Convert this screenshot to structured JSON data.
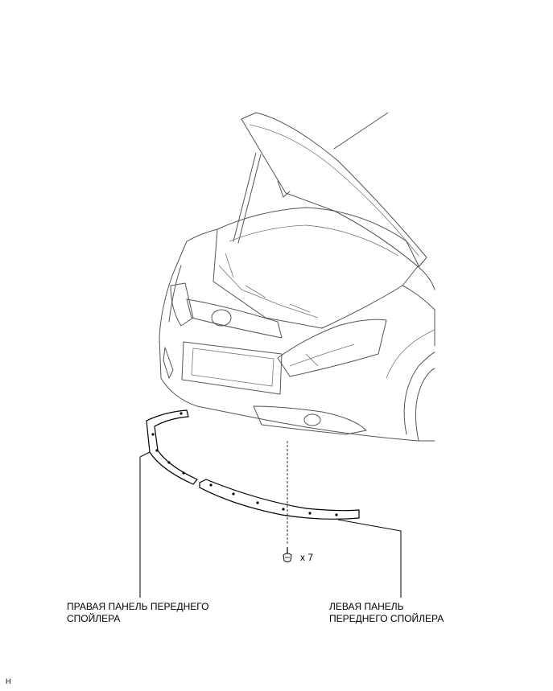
{
  "labels": {
    "right_panel_line1": "ПРАВАЯ ПАНЕЛЬ ПЕРЕДНЕГО",
    "right_panel_line2": "СПОЙЛЕРА",
    "left_panel_line1": "ЛЕВАЯ ПАНЕЛЬ",
    "left_panel_line2": "ПЕРЕДНЕГО СПОЙЛЕРА",
    "clip_quantity": "x 7",
    "figure_code": "H"
  }
}
